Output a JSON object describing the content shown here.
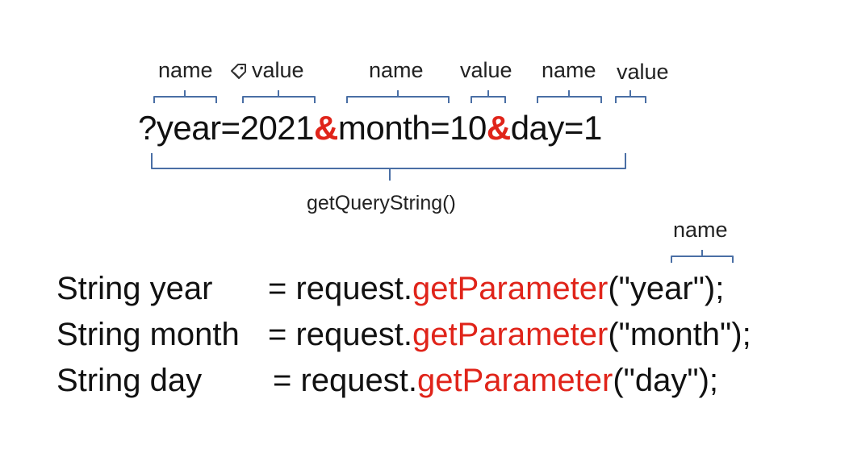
{
  "labels": {
    "name1": "name",
    "value1": "value",
    "name2": "name",
    "value2": "value",
    "name3": "name",
    "value3": "value",
    "name4": "name"
  },
  "query": {
    "q": "?year=2021",
    "amp1": "&",
    "mid": "month=10",
    "amp2": "&",
    "end": "day=1"
  },
  "function_label": "getQueryString()",
  "code": {
    "line1": {
      "decl": "String year",
      "eq": "= request.",
      "method": "getParameter",
      "args": "(\"year\");"
    },
    "line2": {
      "decl": "String month",
      "eq": "= request.",
      "method": "getParameter",
      "args": "(\"month\");"
    },
    "line3": {
      "decl": "String day",
      "eq": "= request.",
      "method": "getParameter",
      "args": "(\"day\");"
    }
  },
  "colors": {
    "accent": "#e0241a",
    "bracket": "#4a6fa5"
  },
  "icons": [
    "tag-icon"
  ]
}
